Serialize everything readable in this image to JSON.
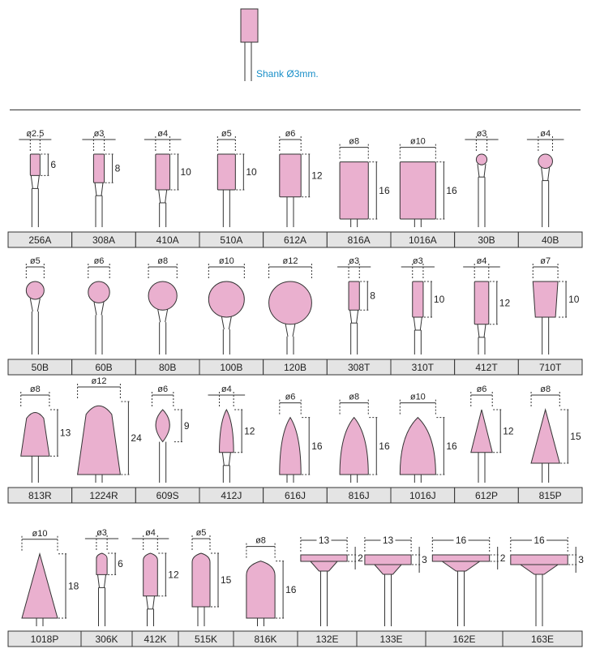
{
  "colors": {
    "head": "#eab0cf",
    "outline": "#333333",
    "label_bg": "#e4e4e4",
    "note": "#1a8fc8"
  },
  "top_sample": {
    "note": "Shank Ø3mm."
  },
  "rows": [
    {
      "items": [
        {
          "code": "256A",
          "dia": "ø2.5",
          "len": "6",
          "shape": "cylinder"
        },
        {
          "code": "308A",
          "dia": "ø3",
          "len": "8",
          "shape": "cylinder"
        },
        {
          "code": "410A",
          "dia": "ø4",
          "len": "10",
          "shape": "cylinder"
        },
        {
          "code": "510A",
          "dia": "ø5",
          "len": "10",
          "shape": "cylinder"
        },
        {
          "code": "612A",
          "dia": "ø6",
          "len": "12",
          "shape": "cylinder"
        },
        {
          "code": "816A",
          "dia": "ø8",
          "len": "16",
          "shape": "cylinder"
        },
        {
          "code": "1016A",
          "dia": "ø10",
          "len": "16",
          "shape": "cylinder"
        },
        {
          "code": "30B",
          "dia": "ø3",
          "len": "",
          "shape": "ball"
        },
        {
          "code": "40B",
          "dia": "ø4",
          "len": "",
          "shape": "ball"
        }
      ]
    },
    {
      "items": [
        {
          "code": "50B",
          "dia": "ø5",
          "len": "",
          "shape": "ball"
        },
        {
          "code": "60B",
          "dia": "ø6",
          "len": "",
          "shape": "ball"
        },
        {
          "code": "80B",
          "dia": "ø8",
          "len": "",
          "shape": "ball"
        },
        {
          "code": "100B",
          "dia": "ø10",
          "len": "",
          "shape": "ball"
        },
        {
          "code": "120B",
          "dia": "ø12",
          "len": "",
          "shape": "ball"
        },
        {
          "code": "308T",
          "dia": "ø3",
          "len": "8",
          "shape": "cylinder"
        },
        {
          "code": "310T",
          "dia": "ø3",
          "len": "10",
          "shape": "cylinder"
        },
        {
          "code": "412T",
          "dia": "ø4",
          "len": "12",
          "shape": "cylinder"
        },
        {
          "code": "710T",
          "dia": "ø7",
          "len": "10",
          "shape": "taper"
        }
      ]
    },
    {
      "items": [
        {
          "code": "813R",
          "dia": "ø8",
          "len": "13",
          "shape": "round-taper"
        },
        {
          "code": "1224R",
          "dia": "ø12",
          "len": "24",
          "shape": "round-taper"
        },
        {
          "code": "609S",
          "dia": "ø6",
          "len": "9",
          "shape": "teardrop"
        },
        {
          "code": "412J",
          "dia": "ø4",
          "len": "12",
          "shape": "ogive"
        },
        {
          "code": "616J",
          "dia": "ø6",
          "len": "16",
          "shape": "ogive"
        },
        {
          "code": "816J",
          "dia": "ø8",
          "len": "16",
          "shape": "ogive"
        },
        {
          "code": "1016J",
          "dia": "ø10",
          "len": "16",
          "shape": "ogive"
        },
        {
          "code": "612P",
          "dia": "ø6",
          "len": "12",
          "shape": "cone"
        },
        {
          "code": "815P",
          "dia": "ø8",
          "len": "15",
          "shape": "cone"
        }
      ]
    },
    {
      "items": [
        {
          "code": "1018P",
          "dia": "ø10",
          "len": "18",
          "shape": "cone"
        },
        {
          "code": "306K",
          "dia": "ø3",
          "len": "6",
          "shape": "bullet"
        },
        {
          "code": "412K",
          "dia": "ø4",
          "len": "12",
          "shape": "bullet"
        },
        {
          "code": "515K",
          "dia": "ø5",
          "len": "15",
          "shape": "bullet"
        },
        {
          "code": "816K",
          "dia": "ø8",
          "len": "16",
          "shape": "bullet"
        },
        {
          "code": "132E",
          "dia": "13",
          "len": "2",
          "shape": "disc"
        },
        {
          "code": "133E",
          "dia": "13",
          "len": "3",
          "shape": "disc"
        },
        {
          "code": "162E",
          "dia": "16",
          "len": "2",
          "shape": "disc"
        },
        {
          "code": "163E",
          "dia": "16",
          "len": "3",
          "shape": "disc"
        }
      ]
    }
  ]
}
